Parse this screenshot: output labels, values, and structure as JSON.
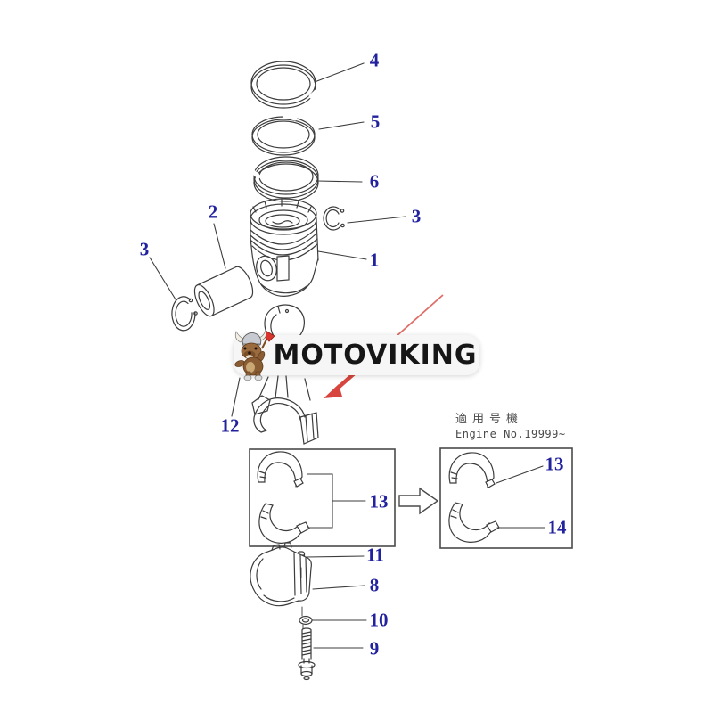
{
  "page": {
    "background": "#ffffff"
  },
  "watermark": {
    "text": "MOTOVIKING",
    "mascot_icon": "viking-dog-mascot",
    "band_color": "#f6f6f6",
    "text_color": "#161616"
  },
  "applicability": {
    "jp": "適用号機",
    "en": "Engine No.19999~"
  },
  "style": {
    "label_color": "#22229e",
    "line_color": "#3c3c3c",
    "red_arrow_color": "#d8453e"
  },
  "callouts": [
    {
      "part": "top-ring",
      "label": "4"
    },
    {
      "part": "second-ring",
      "label": "5"
    },
    {
      "part": "oil-ring",
      "label": "6"
    },
    {
      "part": "piston-pin",
      "label": "2"
    },
    {
      "part": "snap-ring-left",
      "label": "3"
    },
    {
      "part": "snap-ring-right",
      "label": "3"
    },
    {
      "part": "piston",
      "label": "1"
    },
    {
      "part": "small-end-bushing",
      "label": "12"
    },
    {
      "part": "bearing-set",
      "label": "13"
    },
    {
      "part": "bearing-upper-late",
      "label": "13"
    },
    {
      "part": "bearing-lower-late",
      "label": "14"
    },
    {
      "part": "dowel-pin",
      "label": "11"
    },
    {
      "part": "bearing-cap",
      "label": "8"
    },
    {
      "part": "washer",
      "label": "10"
    },
    {
      "part": "cap-bolt",
      "label": "9"
    }
  ]
}
